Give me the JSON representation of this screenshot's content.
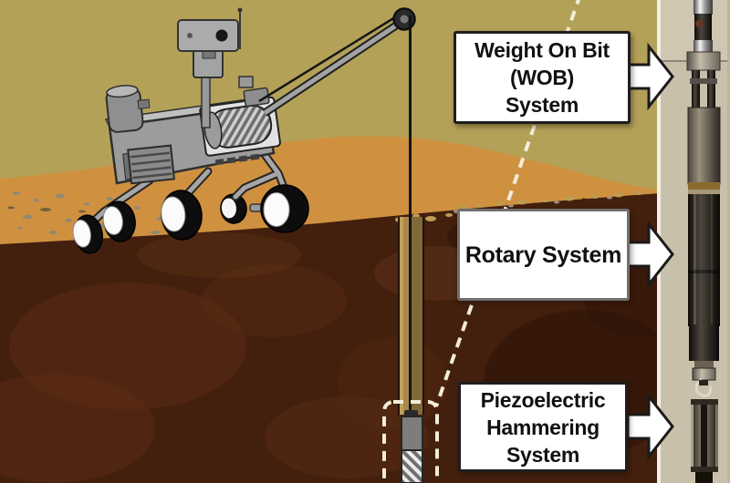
{
  "scene": {
    "subject": "Cutaway illustration of a Mars rover lowering a drill into the ground, with a photo of the real drill hardware on the right",
    "colors": {
      "sky": "#b4a158",
      "distant_terrain": "#cf9140",
      "foreground_soil": "#431f0e",
      "borehole": "#a9894b",
      "callout_background": "#ffffff",
      "callout_border": "#1e1e1e",
      "callout_text": "#111111",
      "dashed_highlight": "#f3edda",
      "photo_background": "#c9c0ab",
      "rover_gray": "#9c9c9c"
    }
  },
  "callouts": [
    {
      "id": "weight-on-bit",
      "lines": [
        "Weight On Bit",
        "(WOB)",
        "System"
      ]
    },
    {
      "id": "rotary",
      "lines": [
        "Rotary System"
      ]
    },
    {
      "id": "piezoelectric",
      "lines": [
        "Piezoelectric",
        "Hammering",
        "System"
      ]
    }
  ],
  "icons": {
    "arrow_right": "white block arrow pointing from each label to the hardware photo"
  }
}
